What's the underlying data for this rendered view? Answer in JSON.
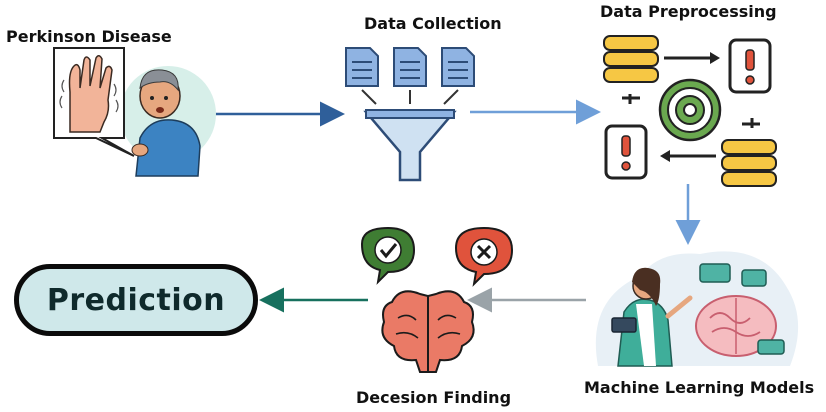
{
  "stages": {
    "parkinson": "Perkinson Disease",
    "collection": "Data Collection",
    "preprocessing": "Data Preprocessing",
    "ml": "Machine Learning Models",
    "decision": "Decesion Finding",
    "prediction": "Prediction"
  },
  "icons": {
    "parkinson": "patient-tremor-illustration-icon",
    "collection": "documents-funnel-icon",
    "preprocessing": "database-gear-cycle-icon",
    "ml": "scientist-brain-hologram-icon",
    "decision": "brain-check-cross-icon"
  },
  "colors": {
    "arrow_blue": "#2f5f9a",
    "arrow_light_blue": "#6f9fd8",
    "arrow_gray": "#9aa3a8",
    "arrow_teal": "#17705e",
    "pill_fill": "#cfe8ea",
    "database_yellow": "#f6c744",
    "gear_green": "#6aa84f",
    "brain_coral": "#ea7a66",
    "check_green": "#3f7d33",
    "cross_red": "#e0533c"
  }
}
